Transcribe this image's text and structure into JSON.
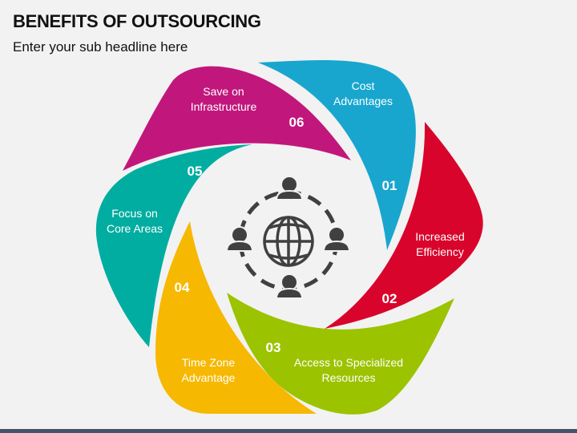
{
  "header": {
    "title": "BENEFITS OF OUTSOURCING",
    "subtitle": "Enter your sub headline here"
  },
  "colors": {
    "p01": "#18a6cf",
    "p02": "#d9042b",
    "p03": "#9bc300",
    "p04": "#f6b800",
    "p05": "#00ada0",
    "p06": "#c1177c",
    "icon": "#404040",
    "footer": "#44546a"
  },
  "petals": [
    {
      "number": "01",
      "label_lines": [
        "Cost",
        "Advantages"
      ]
    },
    {
      "number": "02",
      "label_lines": [
        "Increased",
        "Efficiency"
      ]
    },
    {
      "number": "03",
      "label_lines": [
        "Access to Specialized",
        "Resources"
      ]
    },
    {
      "number": "04",
      "label_lines": [
        "Time Zone",
        "Advantage"
      ]
    },
    {
      "number": "05",
      "label_lines": [
        "Focus on",
        "Core Areas"
      ]
    },
    {
      "number": "06",
      "label_lines": [
        "Save on",
        "Infrastructure"
      ]
    }
  ],
  "center_icon": "global-team-icon"
}
